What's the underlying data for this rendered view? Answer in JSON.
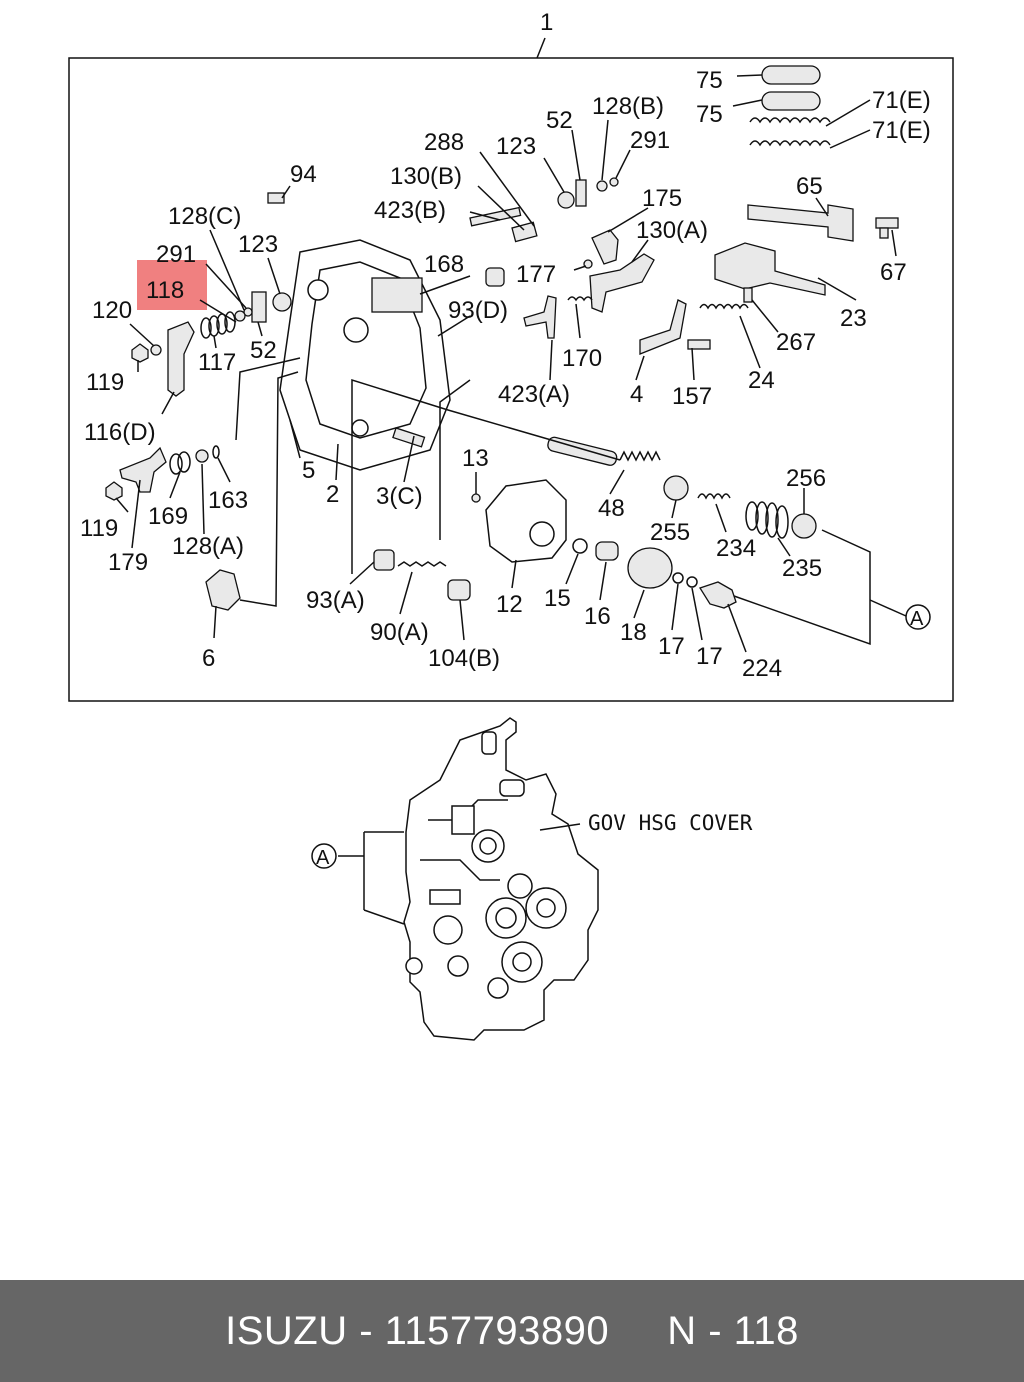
{
  "diagram": {
    "assembly_number": "1",
    "highlight_color": "#f08080",
    "highlighted_part": "118",
    "callouts": {
      "p75a": "75",
      "p75b": "75",
      "p71a": "71(E)",
      "p71b": "71(E)",
      "p52t": "52",
      "p128b": "128(B)",
      "p291t": "291",
      "p123t": "123",
      "p288": "288",
      "p130b": "130(B)",
      "p423b": "423(B)",
      "p94": "94",
      "p175": "175",
      "p130a": "130(A)",
      "p65": "65",
      "p67": "67",
      "p128c": "128(C)",
      "p123l": "123",
      "p291l": "291",
      "p118": "118",
      "p120": "120",
      "p52l": "52",
      "p117": "117",
      "p119a": "119",
      "p116d": "116(D)",
      "p168": "168",
      "p177": "177",
      "p93d": "93(D)",
      "p170": "170",
      "p423a": "423(A)",
      "p4": "4",
      "p157": "157",
      "p24": "24",
      "p267": "267",
      "p23": "23",
      "p5": "5",
      "p2": "2",
      "p3c": "3(C)",
      "p13": "13",
      "p48": "48",
      "p256": "256",
      "p255": "255",
      "p234": "234",
      "p235": "235",
      "p163": "163",
      "p169": "169",
      "p119b": "119",
      "p179": "179",
      "p128a": "128(A)",
      "p12": "12",
      "p15": "15",
      "p16": "16",
      "p18": "18",
      "p17a": "17",
      "p17b": "17",
      "p224": "224",
      "p93a": "93(A)",
      "p90a": "90(A)",
      "p104b": "104(B)",
      "p6": "6",
      "refA1": "A"
    },
    "lower": {
      "gov_label": "GOV HSG COVER",
      "ref": "A"
    }
  },
  "footer": {
    "brand": "ISUZU",
    "part_number": "1157793890",
    "callout": "N - 118",
    "separator": " - "
  }
}
